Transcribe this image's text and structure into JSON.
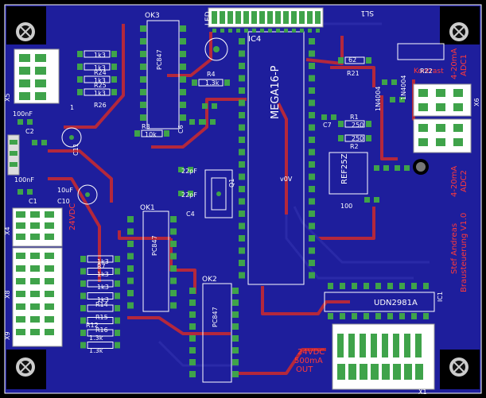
{
  "colors": {
    "background": "#000000",
    "pour": "#1e1e9c",
    "trace_top": "#b4283c",
    "trace_bottom": "#2a2aa8",
    "pad": "#3fa34a",
    "silk": "#ffffff",
    "label_red": "#ff3a3a"
  },
  "board": {
    "mcu_name": "MEGA16-P",
    "mcu_ref": "IC4",
    "driver_ref": "IC1",
    "driver_name": "UDN2981A",
    "regulator_name": "REF25Z",
    "credit_line1": "Stef Andreas",
    "credit_line2": "Brausteuerung V1.0",
    "output_line1": "24VDC",
    "output_line2": "500mA",
    "output_line3": "OUT",
    "input_label": "24VDC",
    "adc1_line1": "4-20mA",
    "adc1_line2": "ADC1",
    "adc2_line1": "4-20mA",
    "adc2_line2": "ADC2",
    "kontrast": "Kontrast",
    "led_label": "LED",
    "sl_label": "SL1",
    "x1_label": "X1"
  },
  "components": {
    "ok3": "OK3",
    "ok1": "OK1",
    "ok2": "OK2",
    "pc847": "PC847",
    "r1k3": "1k3",
    "r1k_3": "1.3k",
    "r4": "R4",
    "r3": "R3",
    "r10k": "10k",
    "r26": "R26",
    "r24": "R24",
    "r25": "R25",
    "r21": "R21",
    "r22": "R22",
    "r1": "R1",
    "r2": "R2",
    "r7": "R7",
    "r14": "R14",
    "r15": "R15",
    "r16": "R16",
    "r12": "R12",
    "v250": "250",
    "v62": "62",
    "v22pf": "22pF",
    "v100nf": "100nF",
    "v10uf": "10uF",
    "v100": "100",
    "c1": "C1",
    "c2": "C2",
    "c4": "C4",
    "c6": "C6",
    "c7": "C7",
    "c10": "C10",
    "c11": "C11",
    "q1": "Q1",
    "d1n4004a": "1N4004",
    "d1n4004b": "1N4004",
    "x4": "X4",
    "x5": "X5",
    "x6": "X6",
    "x8": "X8",
    "x9": "X9",
    "one": "1",
    "v0v": "v0V"
  }
}
